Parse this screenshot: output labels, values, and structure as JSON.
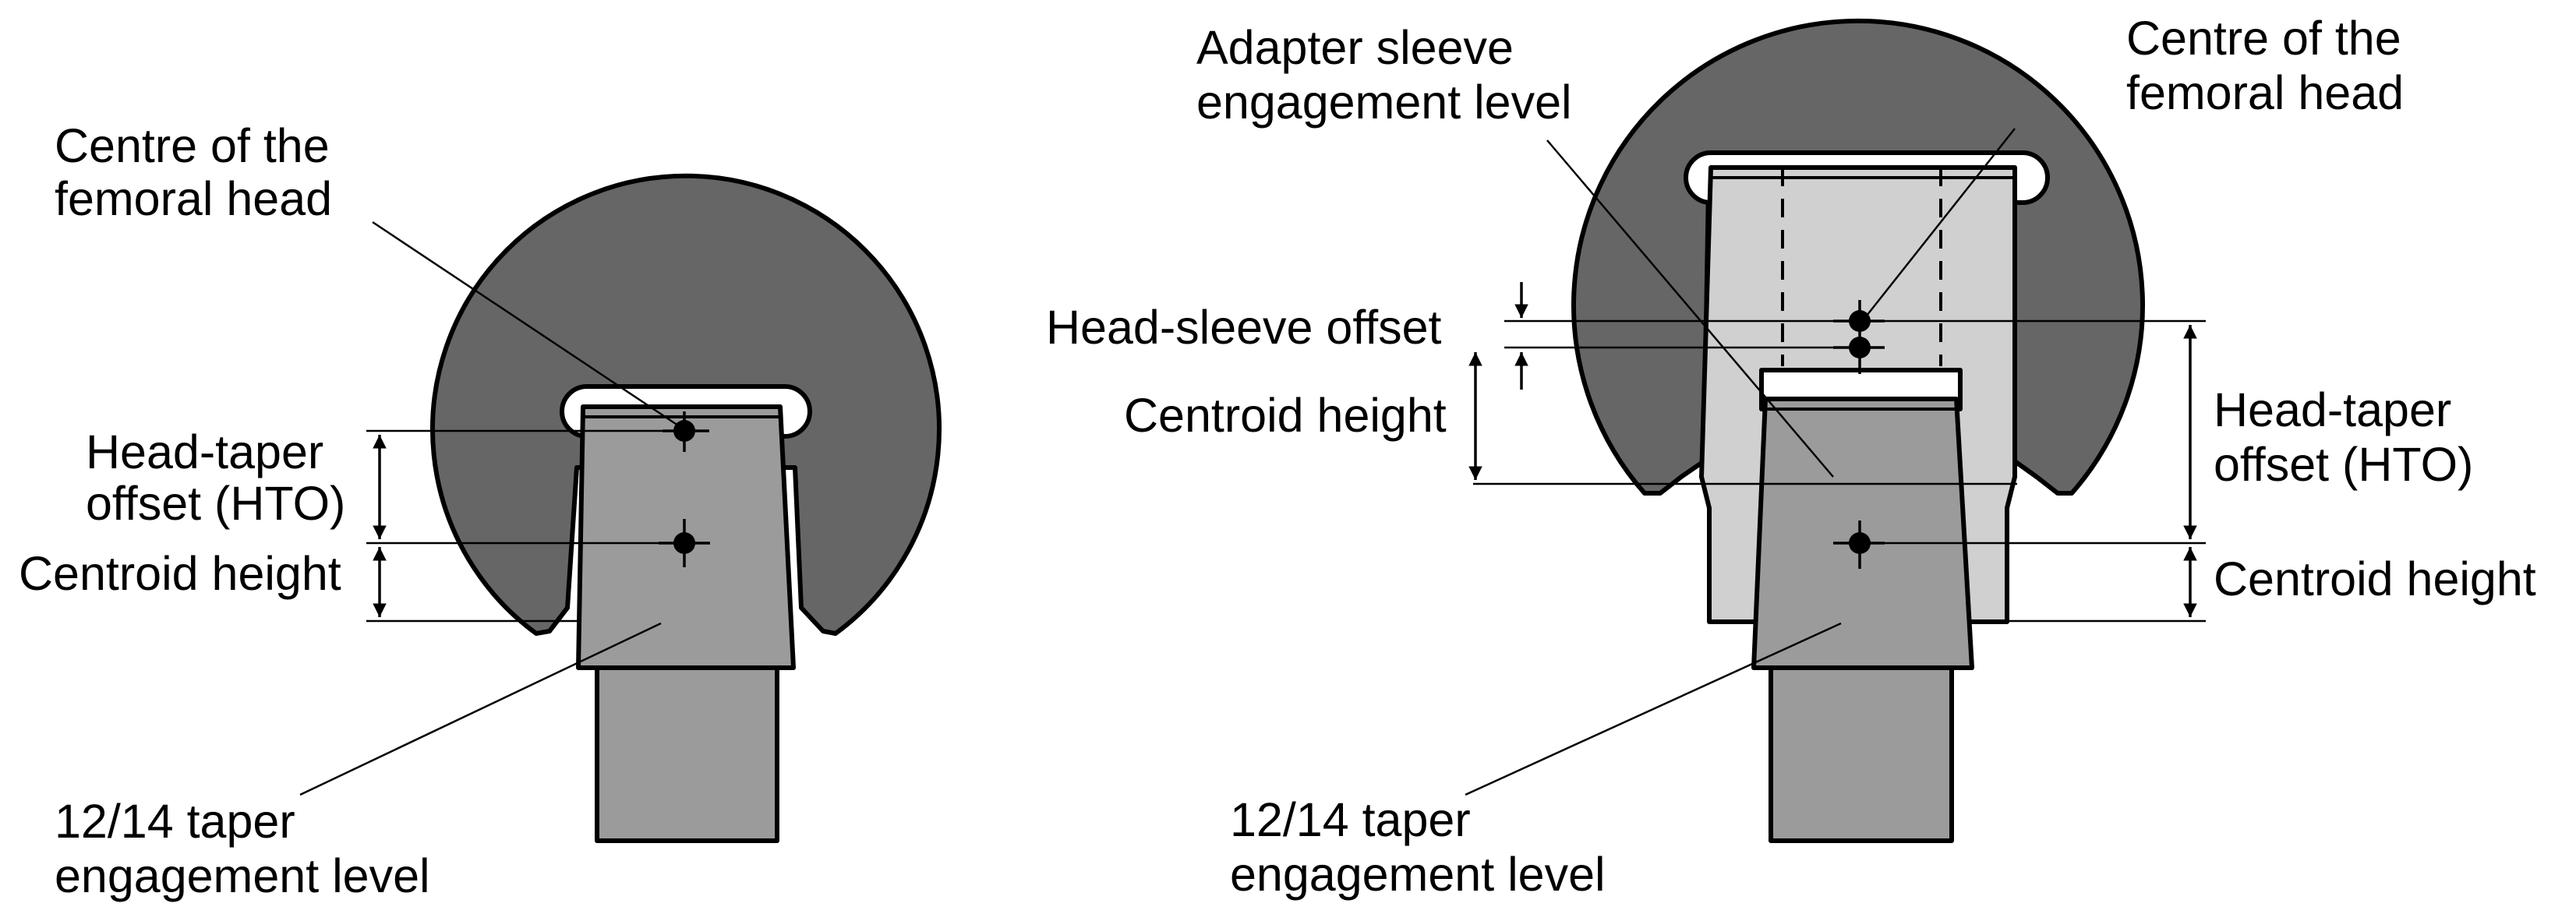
{
  "left_diagram": {
    "centre_label": [
      "Centre of the",
      "femoral head"
    ],
    "hto_label": [
      "Head-taper",
      "offset (HTO)"
    ],
    "centroid_label": "Centroid height",
    "taper_label": [
      "12/14 taper",
      "engagement level"
    ]
  },
  "right_diagram": {
    "adapter_label": [
      "Adapter sleeve",
      "engagement level"
    ],
    "centre_label": [
      "Centre of the",
      "femoral head"
    ],
    "head_sleeve_label": "Head-sleeve offset",
    "centroid_label_left": "Centroid height",
    "hto_label": [
      "Head-taper",
      "offset (HTO)"
    ],
    "centroid_label_right": "Centroid height",
    "taper_label": [
      "12/14 taper",
      "engagement level"
    ]
  },
  "colors": {
    "head": "#666666",
    "taper": "#9b9b9b",
    "sleeve": "#d0d0d0",
    "outline": "#000000"
  }
}
